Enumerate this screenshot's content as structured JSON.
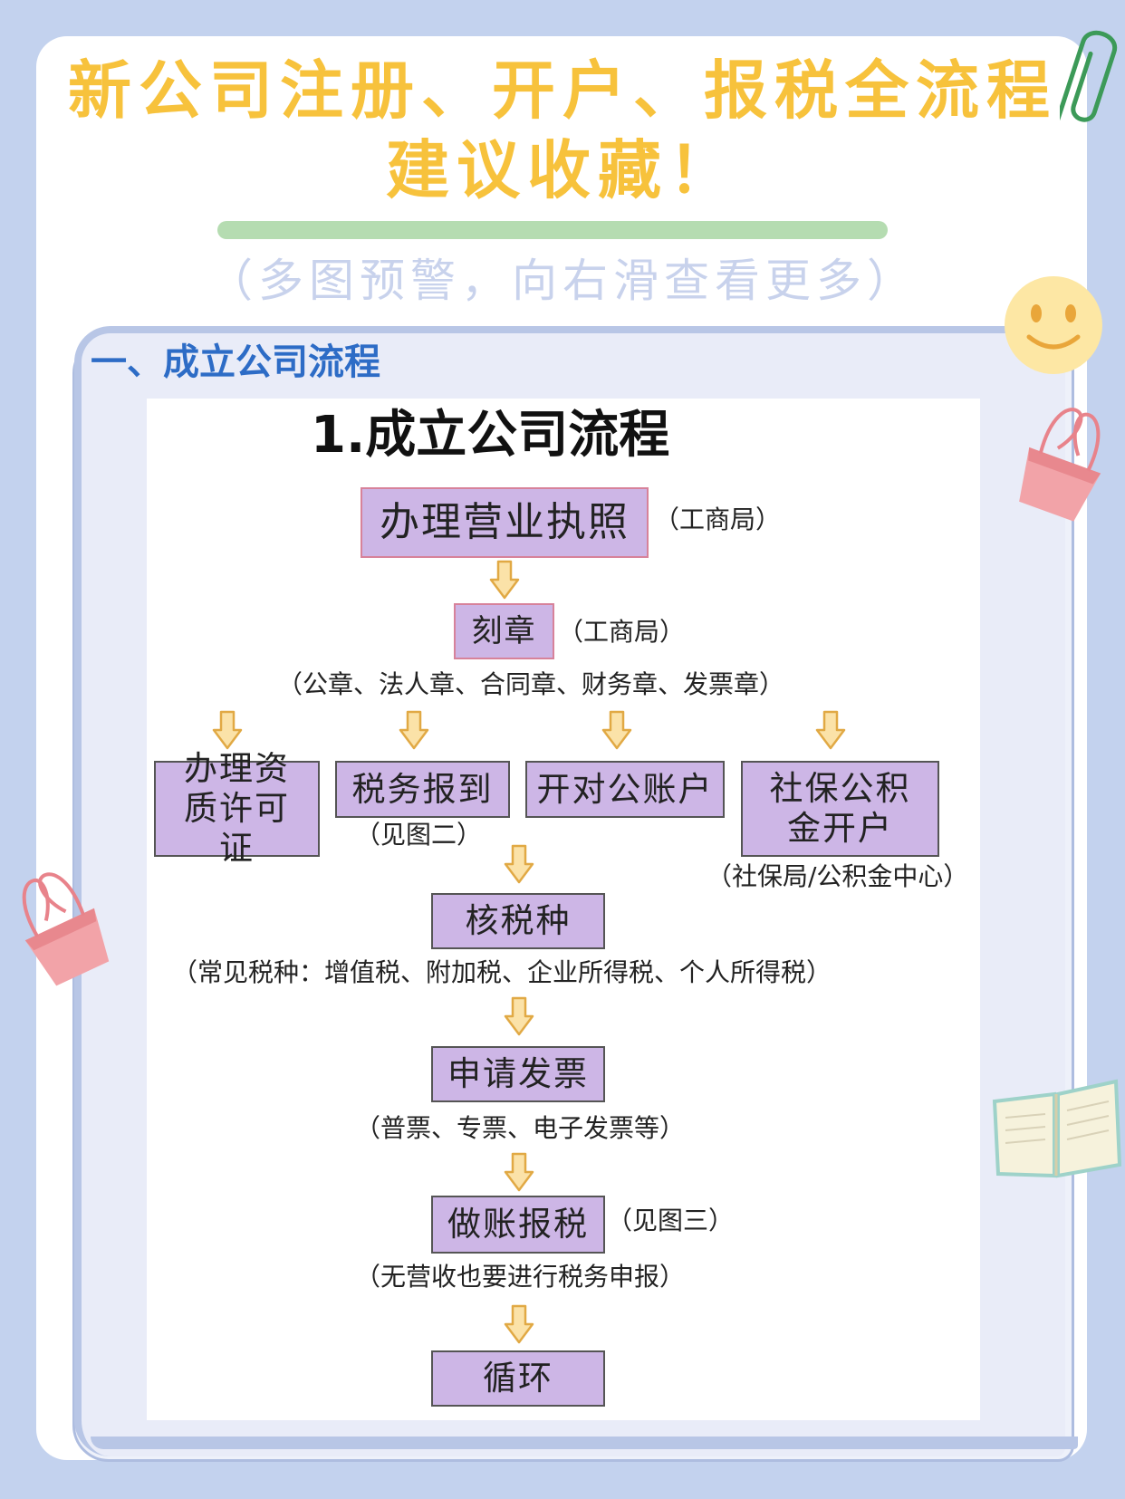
{
  "header": {
    "title_line1": "新公司注册、开户、报税全流程",
    "title_line2": "建议收藏！",
    "subtitle": "（多图预警，向右滑查看更多）"
  },
  "section": {
    "heading": "一、成立公司流程"
  },
  "flow": {
    "title": "1.成立公司流程",
    "nodes": {
      "business_license": "办理营业执照",
      "seal": "刻章",
      "qualification": "办理资质许可证",
      "tax_registration": "税务报到",
      "bank_account": "开对公账户",
      "social_security": "社保公积金开户",
      "tax_type": "核税种",
      "invoice": "申请发票",
      "bookkeeping": "做账报税",
      "cycle": "循环"
    },
    "notes": {
      "license_agency": "（工商局）",
      "seal_agency": "（工商局）",
      "seal_types": "（公章、法人章、合同章、财务章、发票章）",
      "tax_registration_ref": "（见图二）",
      "social_agency": "（社保局/公积金中心）",
      "common_taxes": "（常见税种：增值税、附加税、企业所得税、个人所得税）",
      "invoice_types": "（普票、专票、电子发票等）",
      "bookkeeping_ref": "（见图三）",
      "zero_report": "（无营收也要进行税务申报）"
    }
  },
  "colors": {
    "background": "#c3d2ee",
    "title": "#f7c23c",
    "accent_bar": "#b5dcb1",
    "subtitle": "#c8d2ec",
    "section_heading": "#2d6cc6",
    "node_fill": "#cdb6e6",
    "arrow_fill": "#fbe2a8",
    "arrow_stroke": "#e1a944"
  },
  "decorations": [
    "paperclip-icon",
    "smiley-icon",
    "binder-clip-icon",
    "binder-clip-icon",
    "open-book-icon"
  ]
}
